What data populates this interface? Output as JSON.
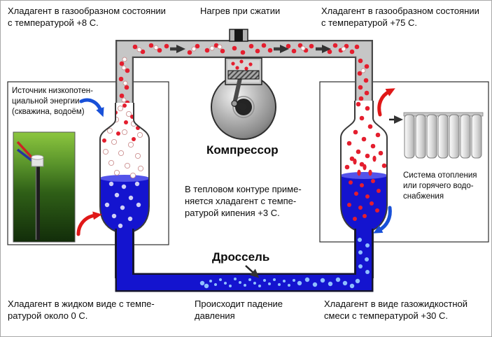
{
  "diagram": {
    "labels": {
      "gas_cold": "Хладагент в газообразном состоянии\nс температурой +8 С.",
      "compression_heating": "Нагрев при сжатии",
      "gas_hot": "Хладагент в газообразном состоянии\nс температурой +75 С.",
      "heat_source": "Источник низкопотен-\nциальной энергии\n(скважина, водоём)",
      "compressor": "Компрессор",
      "refrigerant_note": "В тепловом контуре приме-\nняется хладагент с темпе-\nратурой кипения +3 С.",
      "throttle": "Дроссель",
      "heating_system": "Система отопления\nили горячего водо-\nснабжения",
      "liquid_cold": "Хладагент в жидком виде с темпе-\nратурой около 0 С.",
      "pressure_drop": "Происходит падение\nдавления",
      "gas_liquid_mix": "Хладагент в виде газожидкостной\nсмеси с температурой +30 С."
    },
    "colors": {
      "liquid-blue": "#1414cf",
      "gas-red": "#e41e2e",
      "pipe-gray": "#c6c6c6",
      "pipe-edge": "#4a4a4a",
      "bubble-light": "#8fc0ff",
      "arrow-red": "#e01818",
      "arrow-blue": "#1850d8"
    }
  }
}
